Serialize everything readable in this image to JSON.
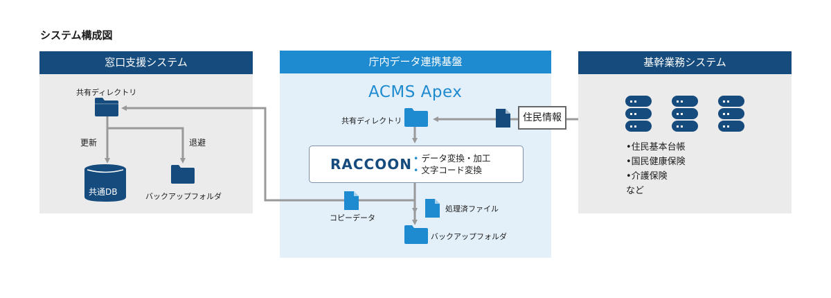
{
  "title": "システム構成図",
  "panels": {
    "left": {
      "header": "窓口支援システム",
      "shared_dir": "共有ディレクトリ",
      "update": "更新",
      "evacuate": "退避",
      "db": "共通DB",
      "backup_folder": "バックアップフォルダ"
    },
    "middle": {
      "header": "庁内データ連携基盤",
      "logo": "ACMS Apex",
      "shared_dir": "共有ディレクトリ",
      "raccoon": {
        "logo": "RACCOON",
        "items": [
          "データ変換・加工",
          "文字コード変換"
        ]
      },
      "copy_data": "コピーデータ",
      "processed_file": "処理済ファイル",
      "backup_folder": "バックアップフォルダ"
    },
    "right": {
      "header": "基幹業務システム",
      "resident_info": "住民情報",
      "items": [
        "住民基本台帳",
        "国民健康保険",
        "介護保険"
      ],
      "etc": "など"
    }
  },
  "colors": {
    "dark_navy": "#164b7d",
    "blue": "#1e8ad0",
    "gray_panel": "#ebebeb",
    "light_blue_panel": "#e4f0f9",
    "arrow_gray": "#999999"
  }
}
